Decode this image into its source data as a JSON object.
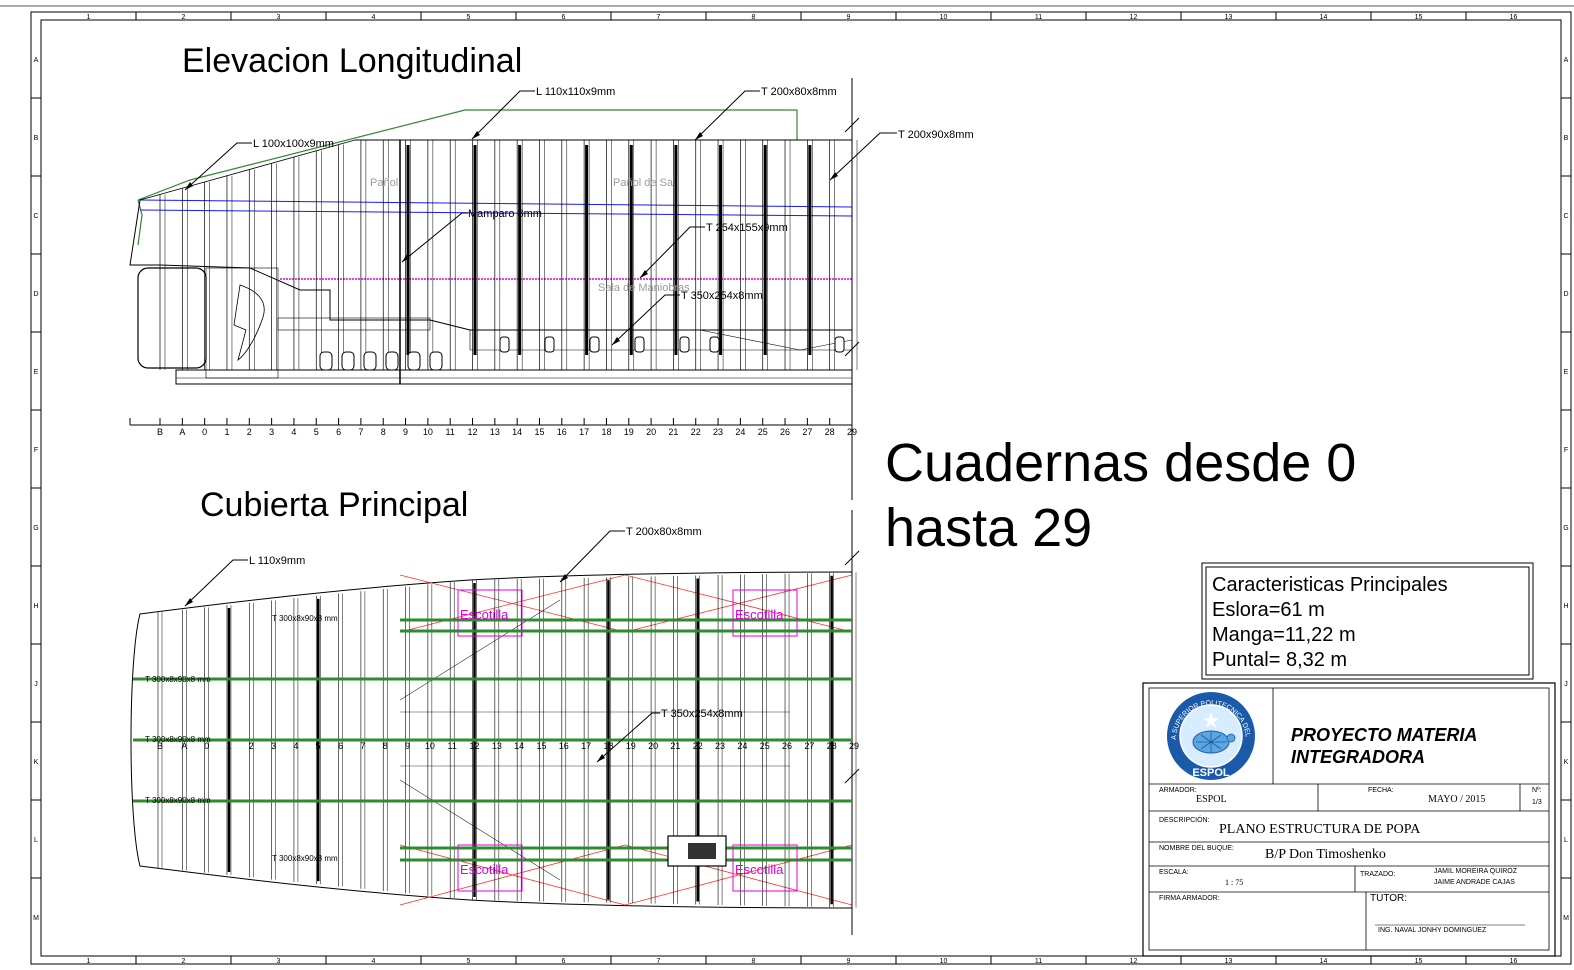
{
  "drawing": {
    "elevation_title": "Elevacion Longitudinal",
    "deck_title": "Cubierta Principal",
    "frames_note_line1": "Cuadernas desde 0",
    "frames_note_line2": "hasta 29"
  },
  "border": {
    "columns": [
      "1",
      "2",
      "3",
      "4",
      "5",
      "6",
      "7",
      "8",
      "9",
      "10",
      "11",
      "12",
      "13",
      "14",
      "15",
      "16"
    ],
    "rows": [
      "A",
      "B",
      "C",
      "D",
      "E",
      "F",
      "G",
      "H",
      "J",
      "K",
      "L",
      "M"
    ]
  },
  "frame_labels": [
    "B",
    "A",
    "0",
    "1",
    "2",
    "3",
    "4",
    "5",
    "6",
    "7",
    "8",
    "9",
    "10",
    "11",
    "12",
    "13",
    "14",
    "15",
    "16",
    "17",
    "18",
    "19",
    "20",
    "21",
    "22",
    "23",
    "24",
    "25",
    "26",
    "27",
    "28",
    "29"
  ],
  "elevation_callouts": {
    "angle_110": "L 110x110x9mm",
    "tee_200_80_top": "T 200x80x8mm",
    "tee_200_90": "T 200x90x8mm",
    "angle_100": "L 100x100x9mm",
    "bulkhead": "Mamparo 8mm",
    "tee_254": "T 254x155x9mm",
    "tee_350": "T 350x254x8mm",
    "room_panol": "Pañol",
    "room_panol_sal": "Pañol de Sal",
    "room_maniobras": "Sala de Maniobras"
  },
  "deck_callouts": {
    "tee_200_80": "T 200x80x8mm",
    "angle_110": "L 110x9mm",
    "long_1": "T 300x8x90x8 mm",
    "long_2": "T 300x8x90x8 mm",
    "long_3": "T 300x8x90x8 mm",
    "long_4": "T 300x8x90x8 mm",
    "long_5": "T 300x8x90x8 mm",
    "tee_350": "T 350x254x8mm",
    "hatch": "Escotilla"
  },
  "characteristics": {
    "title": "Caracteristicas Principales",
    "eslora": "Eslora=61 m",
    "manga": "Manga=11,22 m",
    "puntal": "Puntal= 8,32 m"
  },
  "title_block": {
    "logo_text_top": "ESCUELA SUPERIOR POLITECNICA DEL LITORAL",
    "logo_text_bottom": "ESPOL",
    "project_line1": "PROYECTO MATERIA",
    "project_line2": "INTEGRADORA",
    "armador_label": "ARMADOR:",
    "armador_value": "ESPOL",
    "fecha_label": "FECHA:",
    "fecha_value": "MAYO / 2015",
    "num_label": "Nº:",
    "num_value": "1/3",
    "descripcion_label": "DESCRIPCIÓN:",
    "descripcion_value": "PLANO ESTRUCTURA DE POPA",
    "buque_label": "NOMBRE DEL BUQUE:",
    "buque_value": "B/P Don Timoshenko",
    "escala_label": "ESCALA:",
    "escala_value": "1 : 75",
    "trazado_label": "TRAZADO:",
    "trazado_value1": "JAMIL MOREIRA QUIROZ",
    "trazado_value2": "JAIME ANDRADE CAJAS",
    "firma_label": "FIRMA ARMADOR:",
    "tutor_label": "TUTOR:",
    "tutor_value": "ING. NAVAL JONHY DOMINGUEZ"
  },
  "colors": {
    "green": "#2e8b2e",
    "blue": "#1a1aff",
    "magenta": "#e000e0",
    "red": "#ff3030"
  }
}
